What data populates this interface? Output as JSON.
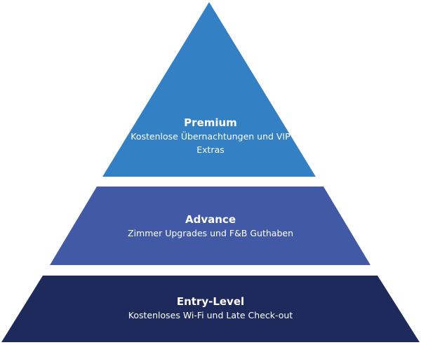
{
  "pyramid": {
    "tiers": [
      {
        "key": "premium",
        "title": "Premium",
        "description": "Kostenlose Übernachtungen und VIP Extras",
        "color": "#3480c5"
      },
      {
        "key": "advance",
        "title": "Advance",
        "description": "Zimmer Upgrades und F&B Guthaben",
        "color": "#4259a5"
      },
      {
        "key": "entry",
        "title": "Entry-Level",
        "description": "Kostenloses Wi-Fi und Late Check-out",
        "color": "#1f2a5c"
      }
    ]
  }
}
